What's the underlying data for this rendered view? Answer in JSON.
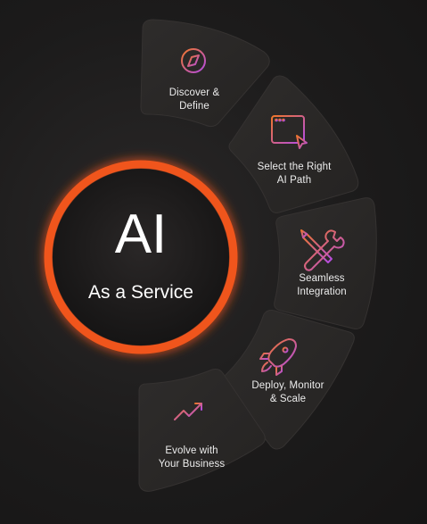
{
  "center": {
    "title": "AI",
    "subtitle": "As a Service"
  },
  "segments": [
    {
      "label_line1": "Discover &",
      "label_line2": "Define",
      "icon": "compass-icon"
    },
    {
      "label_line1": "Select the Right",
      "label_line2": "AI Path",
      "icon": "browser-cursor-icon"
    },
    {
      "label_line1": "Seamless",
      "label_line2": "Integration",
      "icon": "tools-icon"
    },
    {
      "label_line1": "Deploy, Monitor",
      "label_line2": "& Scale",
      "icon": "rocket-icon"
    },
    {
      "label_line1": "Evolve with",
      "label_line2": "Your Business",
      "icon": "growth-chart-icon"
    }
  ],
  "colors": {
    "ring": "#f0541e",
    "icon_gradient_start": "#f0762a",
    "icon_gradient_end": "#b24be6",
    "segment_fill": "#2a2827",
    "background": "#1b1a1a"
  }
}
